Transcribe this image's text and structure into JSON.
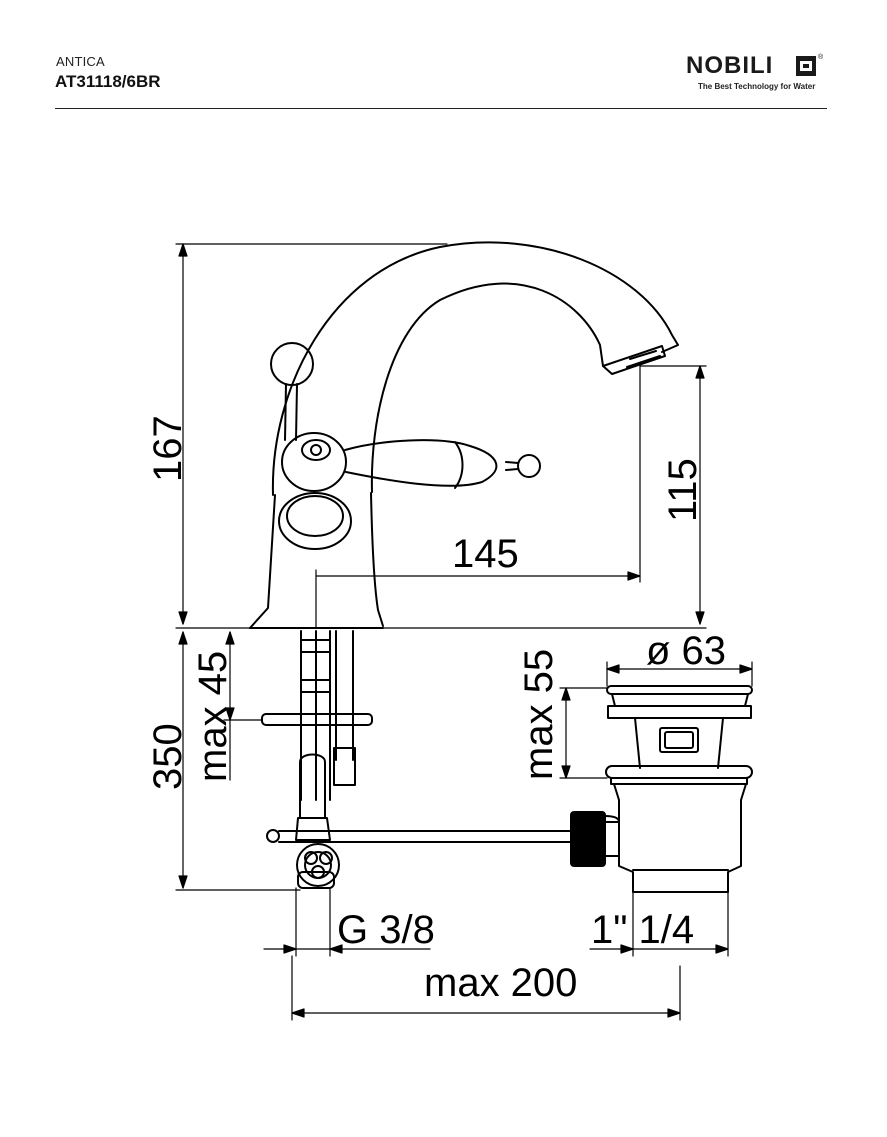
{
  "header": {
    "series": "ANTICA",
    "code": "AT31118/6BR"
  },
  "logo": {
    "brand": "NOBILI",
    "tagline": "The Best Technology for Water"
  },
  "dimensions": {
    "height": "167",
    "spout_height": "115",
    "spout_reach": "145",
    "rod_length": "350",
    "max_thickness": "max 45",
    "max_waste_thickness": "max 55",
    "waste_diameter": "ø 63",
    "inlet": "G 3/8",
    "waste_thread": "1\" 1/4",
    "max_span": "max 200"
  }
}
